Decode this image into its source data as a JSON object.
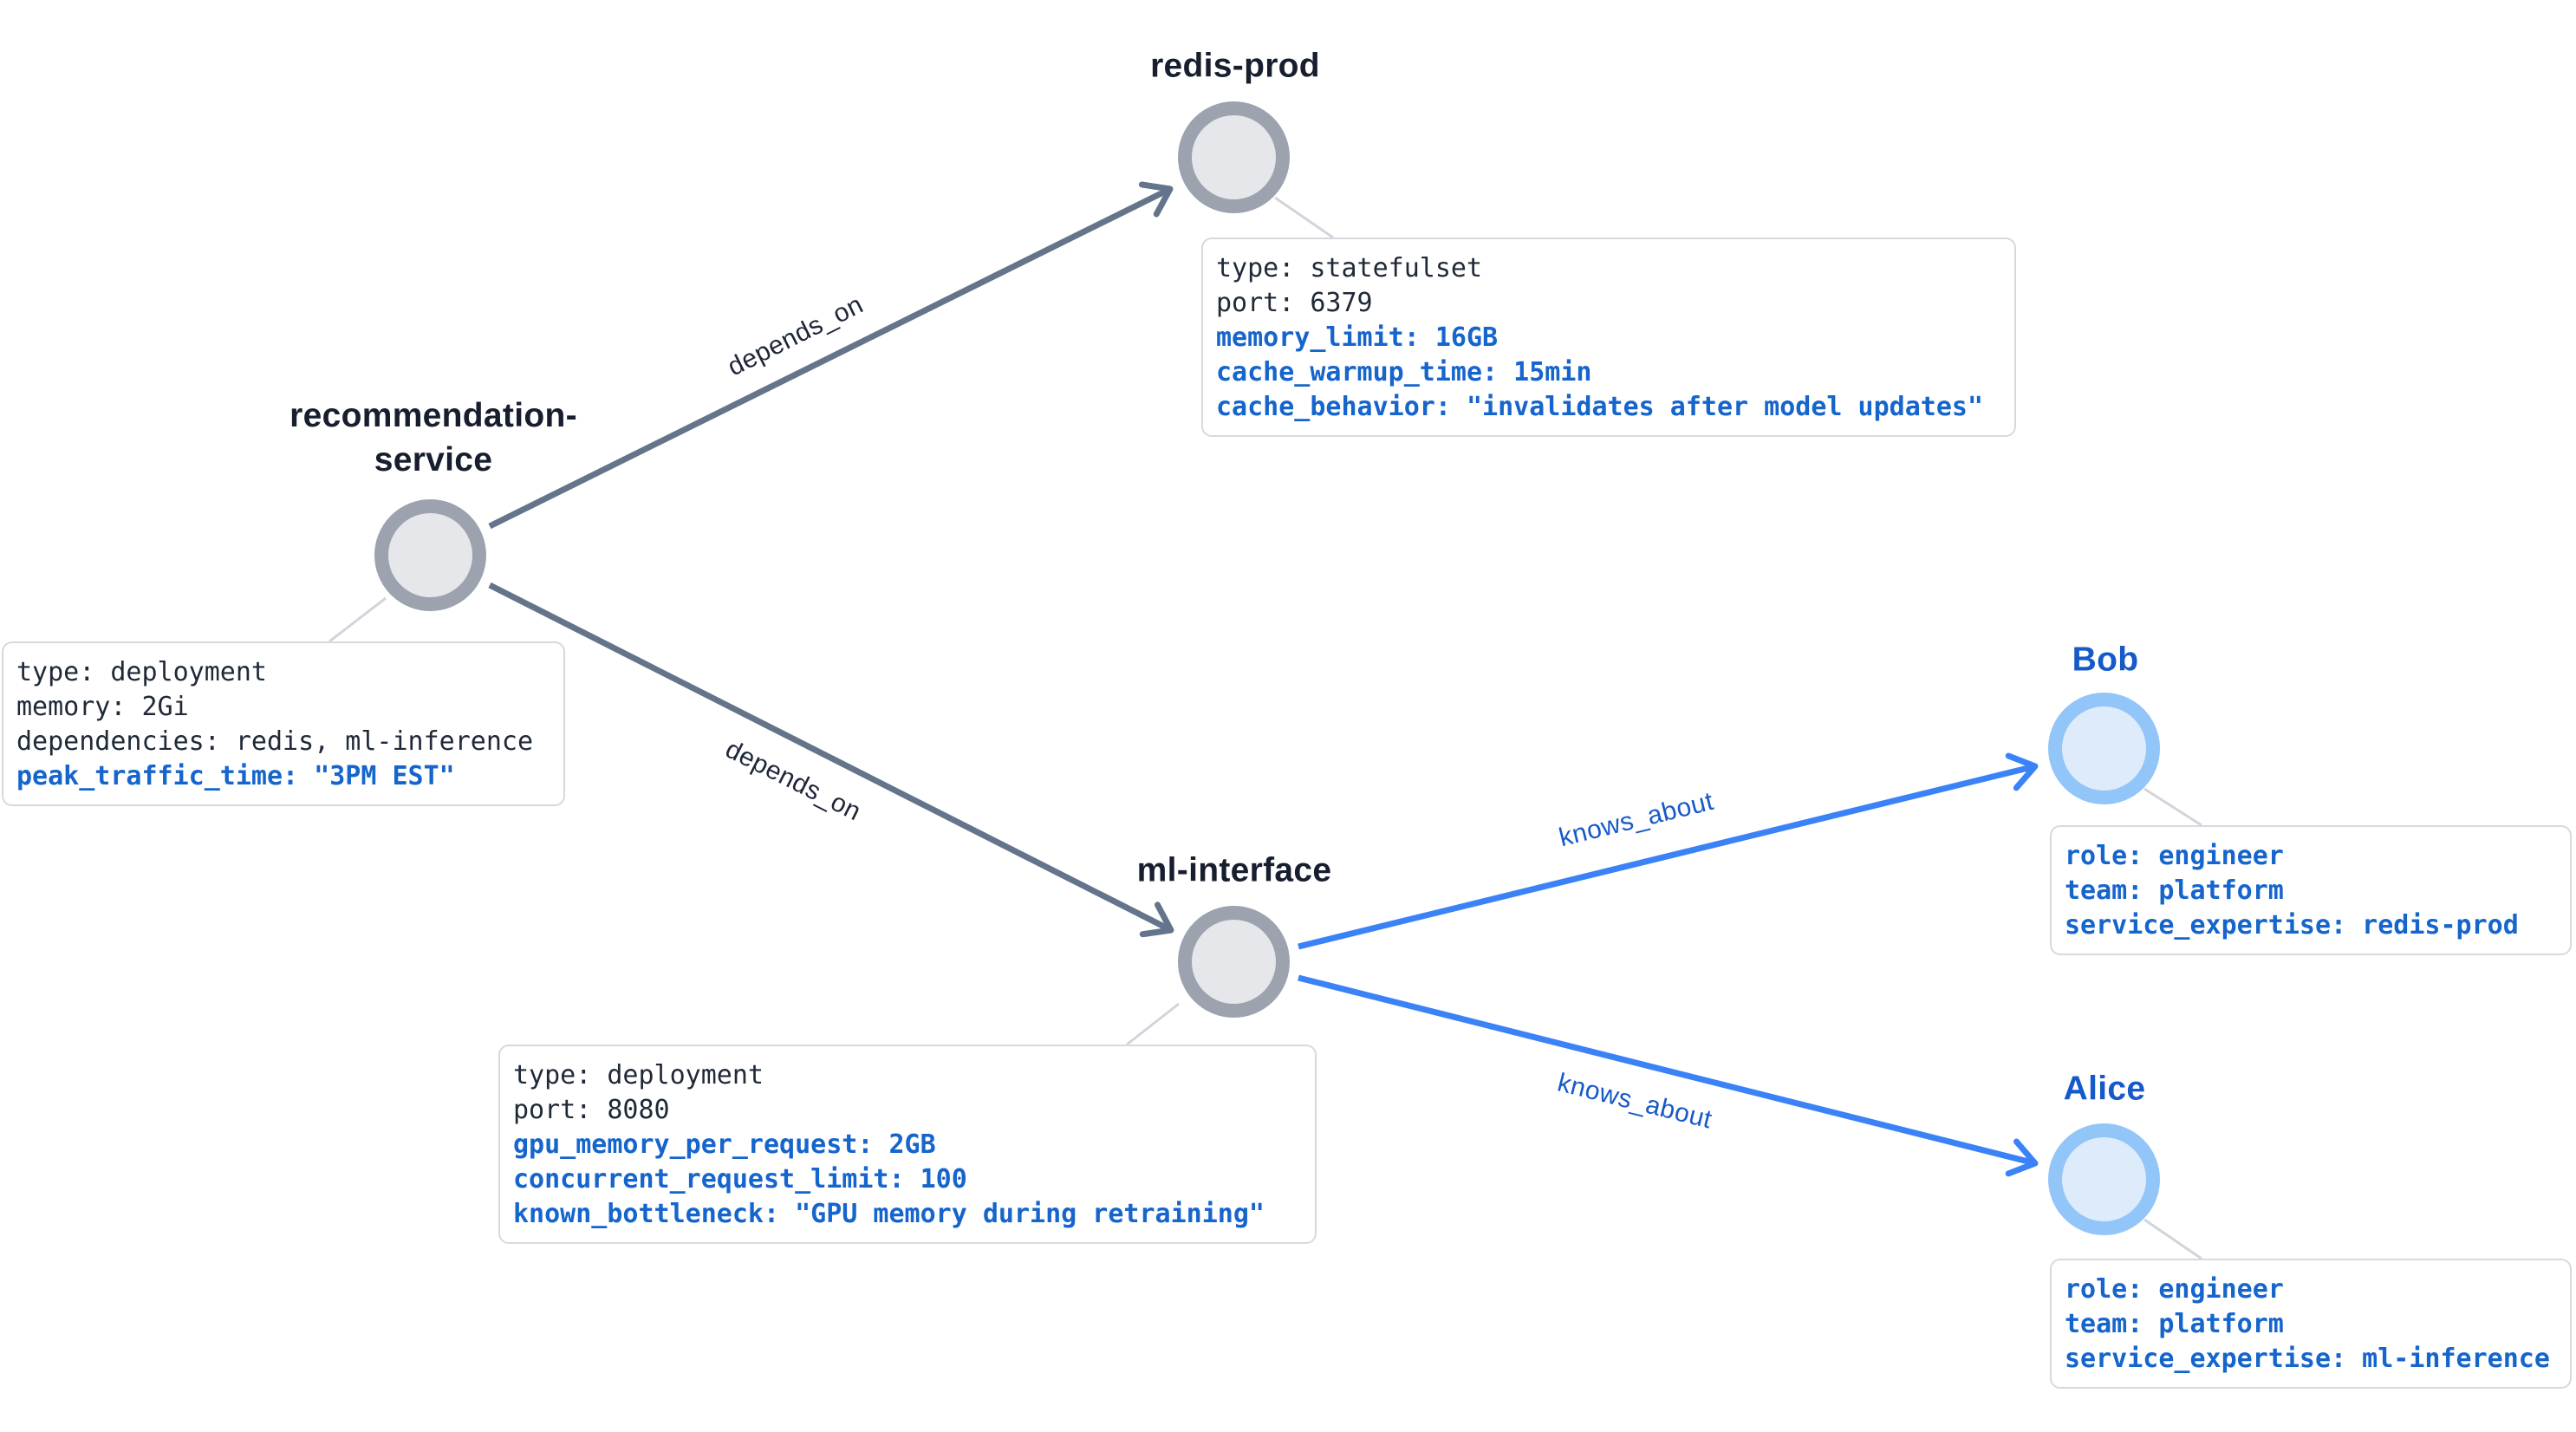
{
  "nodes": {
    "recommendation_service": {
      "title_line1": "recommendation-",
      "title_line2": "service",
      "props": [
        "type: deployment",
        "memory: 2Gi",
        "dependencies: redis, ml-inference",
        "peak_traffic_time: \"3PM EST\""
      ]
    },
    "redis_prod": {
      "title": "redis-prod",
      "props": [
        "type: statefulset",
        "port: 6379",
        "memory_limit: 16GB",
        "cache_warmup_time: 15min",
        "cache_behavior: \"invalidates after model updates\""
      ]
    },
    "ml_interface": {
      "title": "ml-interface",
      "props": [
        "type: deployment",
        "port: 8080",
        "gpu_memory_per_request: 2GB",
        "concurrent_request_limit: 100",
        "known_bottleneck: \"GPU memory during retraining\""
      ]
    },
    "bob": {
      "title": "Bob",
      "props": [
        "role: engineer",
        "team: platform",
        "service_expertise: redis-prod"
      ]
    },
    "alice": {
      "title": "Alice",
      "props": [
        "role: engineer",
        "team: platform",
        "service_expertise: ml-inference"
      ]
    }
  },
  "edges": {
    "rec_to_redis": {
      "label": "depends_on"
    },
    "rec_to_ml": {
      "label": "depends_on"
    },
    "ml_to_bob": {
      "label": "knows_about"
    },
    "ml_to_alice": {
      "label": "knows_about"
    }
  },
  "colors": {
    "service_node_ring": "#9ca3af",
    "service_node_fill": "#e5e7eb",
    "person_node_ring": "#92c5f8",
    "person_node_fill": "#ddebfb",
    "depends_edge": "#64748b",
    "knows_edge": "#3b82f6",
    "dark_text": "#1f2937",
    "highlight_text": "#1565cc",
    "person_title": "#1659c9",
    "service_title": "#171e2e",
    "box_border": "#d6d9de",
    "connector": "#d1d5db"
  }
}
